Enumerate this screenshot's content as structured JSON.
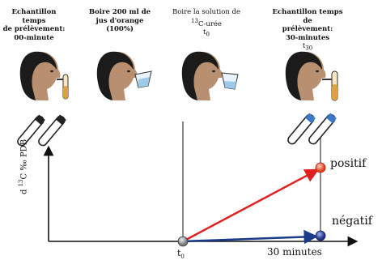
{
  "steps": [
    {
      "line1": "Echantillon temps",
      "line2": "de prélèvement:",
      "line3": "00-minute"
    },
    {
      "line1": "Boire 200 ml de",
      "line2": "jus d'orange",
      "line3": "(100%)"
    },
    {
      "line1": "Boire la solution de",
      "line2_sup": "13",
      "line2": "C-urée",
      "line3": "t",
      "line3_sub": "0"
    },
    {
      "line1": "Echantillon temps de",
      "line2": "prélèvement:",
      "line3": "30-minutes",
      "line4": "t",
      "line4_sub": "30"
    }
  ],
  "graph": {
    "ylabel_d": "d ",
    "ylabel_sup": "13",
    "ylabel_rest": "C ‰ PDB",
    "origin_label": "t",
    "origin_sub": "0",
    "xlabel": "30 minutes",
    "positive_label": "positif",
    "negative_label": "négatif",
    "colors": {
      "positive": "#e02020",
      "negative": "#1a3a8a",
      "axis": "#111111"
    }
  }
}
